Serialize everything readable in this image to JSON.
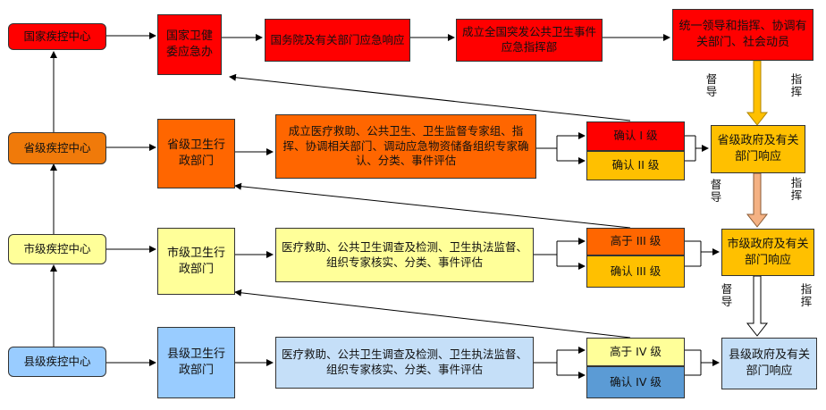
{
  "centers": {
    "national": "国家疾控中心",
    "provincial": "省级疾控中心",
    "municipal": "市级疾控中心",
    "county": "县级疾控中心"
  },
  "health_depts": {
    "national": "国家卫健委应急办",
    "provincial": "省级卫生行政部门",
    "municipal": "市级卫生行政部门",
    "county": "县级卫生行政部门"
  },
  "national_row": {
    "state_council": "国务院及有关部门应急响应",
    "command": "成立全国突发公共卫生事件应急指挥部",
    "lead": "统一领导和指挥、协调有关部门、社会动员"
  },
  "actions": {
    "provincial": "成立医疗救助、公共卫生、卫生监督专家组、指挥、协调相关部门、调动应急物资储备组织专家确认、分类、事件评估",
    "municipal": "医疗救助、公共卫生调查及检测、卫生执法监督、组织专家核实、分类、事件评估",
    "county": "医疗救助、公共卫生调查及检测、卫生执法监督、组织专家核实、分类、事件评估"
  },
  "levels": {
    "confirm_1": "确认 I 级",
    "confirm_2": "确认 II 级",
    "above_3": "高于 III 级",
    "confirm_3": "确认 III 级",
    "above_4": "高于 IV 级",
    "confirm_4": "确认 IV 级"
  },
  "governments": {
    "provincial": "省级政府及有关部门响应",
    "municipal": "市级政府及有关部门响应",
    "county": "县级政府及有关部门响应"
  },
  "arrow_labels": {
    "supervise": "督导",
    "direct": "指挥"
  },
  "colors": {
    "national": "#ff0000",
    "provincial": "#ff6600",
    "municipal": "#ffff99",
    "county": "#99ccff",
    "gold": "#ffc000"
  }
}
